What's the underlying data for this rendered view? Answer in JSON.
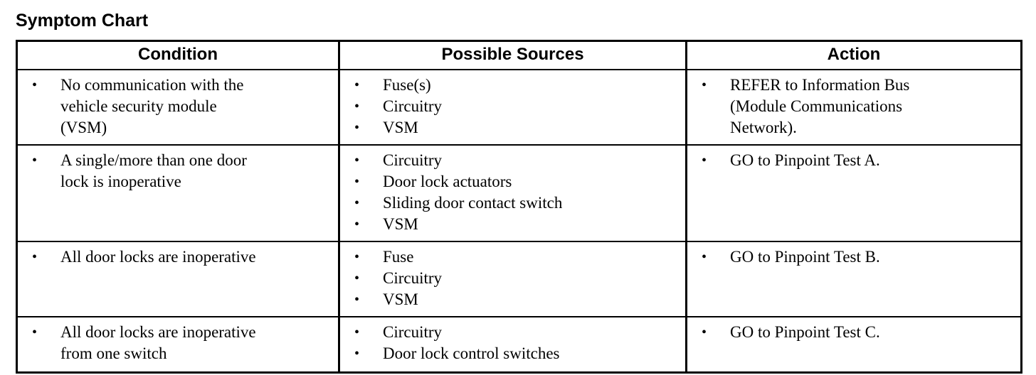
{
  "document": {
    "title": "Symptom Chart"
  },
  "table": {
    "headers": [
      "Condition",
      "Possible Sources",
      "Action"
    ],
    "rows": [
      {
        "condition": [
          "No communication with the\nvehicle security module\n(VSM)"
        ],
        "possible_sources": [
          "Fuse(s)",
          "Circuitry",
          "VSM"
        ],
        "action": [
          "REFER to Information Bus\n(Module Communications\nNetwork)."
        ]
      },
      {
        "condition": [
          "A single/more than one door\nlock is inoperative"
        ],
        "possible_sources": [
          "Circuitry",
          "Door lock actuators",
          "Sliding door contact switch",
          "VSM"
        ],
        "action": [
          "GO to Pinpoint Test A."
        ]
      },
      {
        "condition": [
          "All door locks are inoperative"
        ],
        "possible_sources": [
          "Fuse",
          "Circuitry",
          "VSM"
        ],
        "action": [
          "GO to Pinpoint Test B."
        ]
      },
      {
        "condition": [
          "All door locks are inoperative\nfrom one switch"
        ],
        "possible_sources": [
          "Circuitry",
          "Door lock control switches"
        ],
        "action": [
          "GO to Pinpoint Test C."
        ]
      }
    ],
    "bullet_glyph": "•"
  },
  "colors": {
    "text": "#000000",
    "background": "#ffffff",
    "border": "#000000"
  }
}
